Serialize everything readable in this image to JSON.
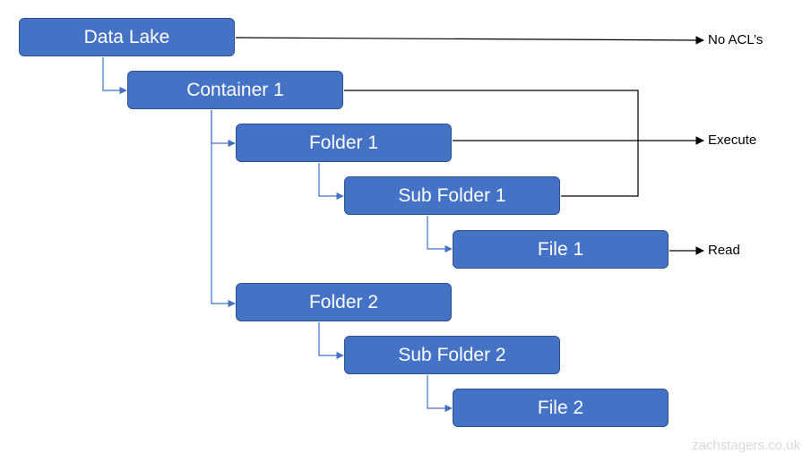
{
  "colors": {
    "node_fill": "#4472c4",
    "node_border": "#2f528f",
    "tree_connector": "#4472c4",
    "permission_arrow": "#000000",
    "watermark": "#d9d9d9"
  },
  "nodes": {
    "data_lake": "Data Lake",
    "container_1": "Container 1",
    "folder_1": "Folder 1",
    "sub_folder_1": "Sub Folder 1",
    "file_1": "File 1",
    "folder_2": "Folder 2",
    "sub_folder_2": "Sub Folder 2",
    "file_2": "File 2"
  },
  "permissions": {
    "no_acls": "No ACL’s",
    "execute": "Execute",
    "read": "Read"
  },
  "watermark": "zachstagers.co.uk"
}
